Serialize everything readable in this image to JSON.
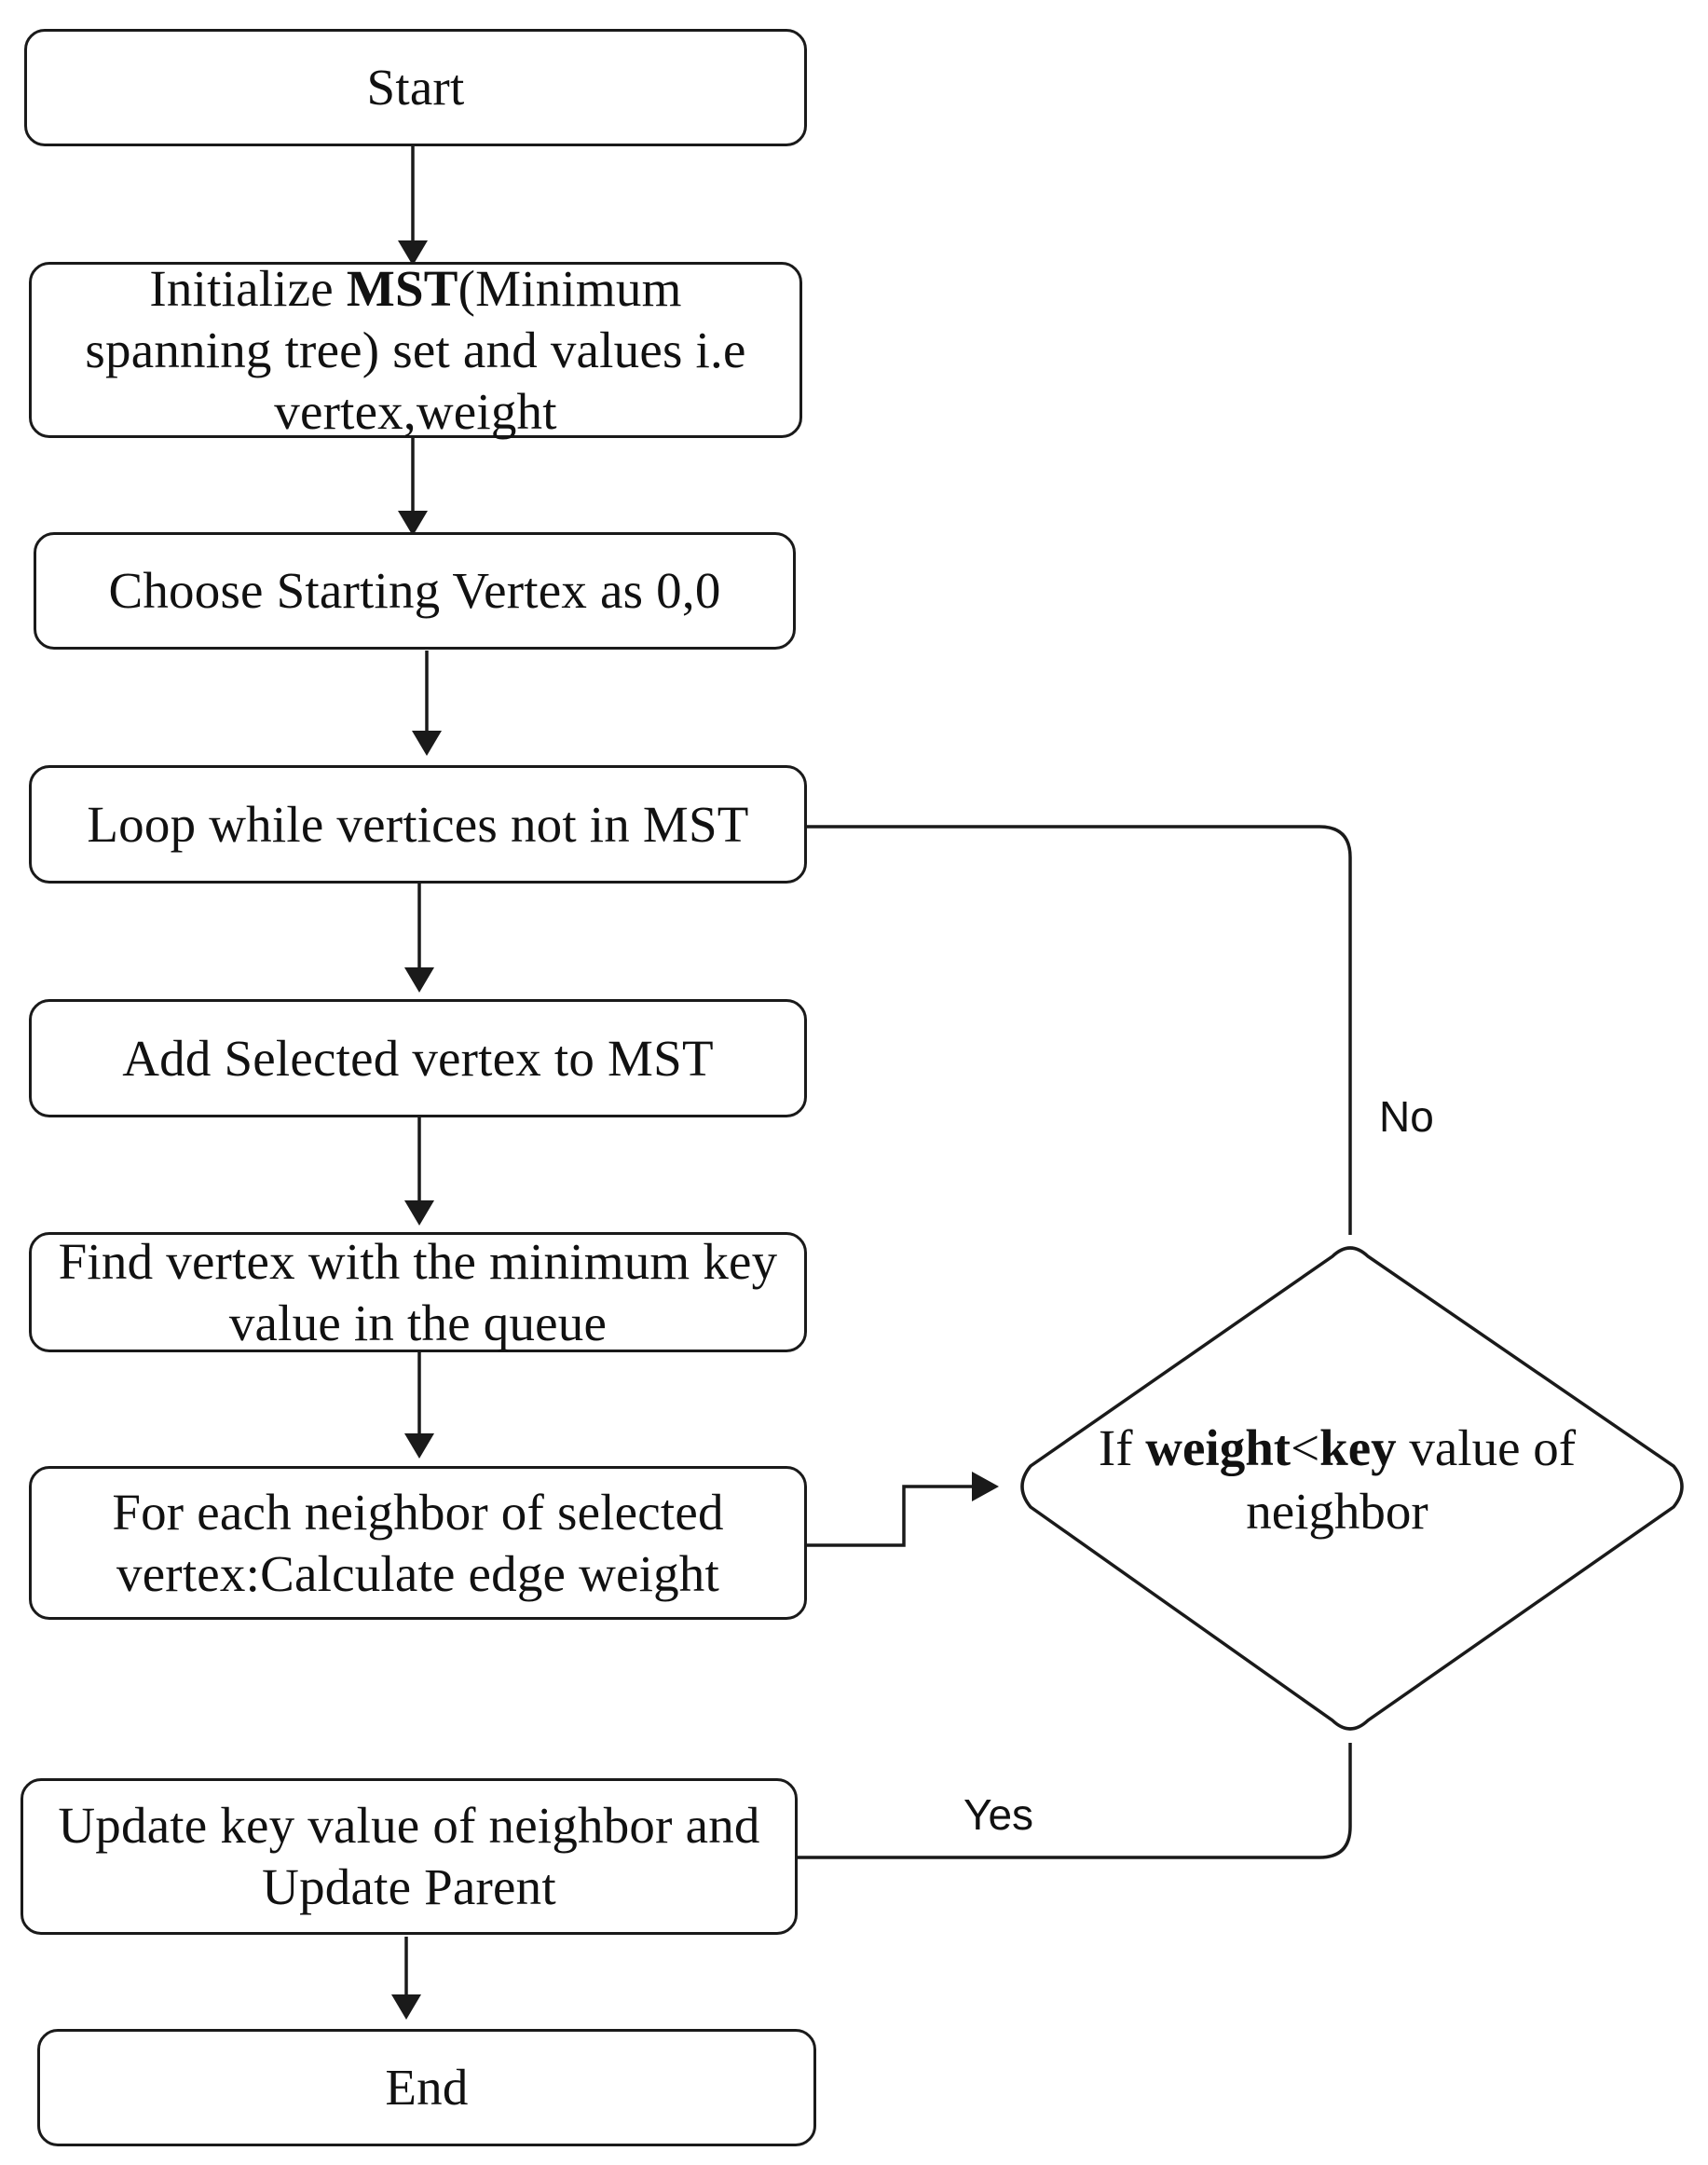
{
  "nodes": {
    "start": {
      "text": "Start"
    },
    "init": {
      "line1_pre": "Initialize ",
      "line1_bold": "MST",
      "line1_post": "(Minimum",
      "line2": "spanning tree) set  and values i.e",
      "line3": "vertex,weight"
    },
    "choose_start": {
      "text": "Choose Starting Vertex as 0,0"
    },
    "loop": {
      "text": "Loop while vertices not in MST"
    },
    "add_vertex": {
      "text": "Add Selected vertex to MST"
    },
    "find_min": {
      "line1": "Find vertex with the minimum key",
      "line2": "value in the queue"
    },
    "for_each": {
      "line1": "For each neighbor of selected",
      "line2": "vertex:Calculate edge weight"
    },
    "decision": {
      "pre": "If ",
      "bold1": "weight",
      "mid": "<",
      "bold2": "key",
      "post": " value of",
      "line2": "neighbor"
    },
    "update": {
      "line1": "Update key value of neighbor and",
      "line2": "Update Parent"
    },
    "end": {
      "text": "End"
    }
  },
  "edge_labels": {
    "no": "No",
    "yes": "Yes"
  },
  "colors": {
    "stroke": "#1a1a1a",
    "background": "#ffffff"
  }
}
